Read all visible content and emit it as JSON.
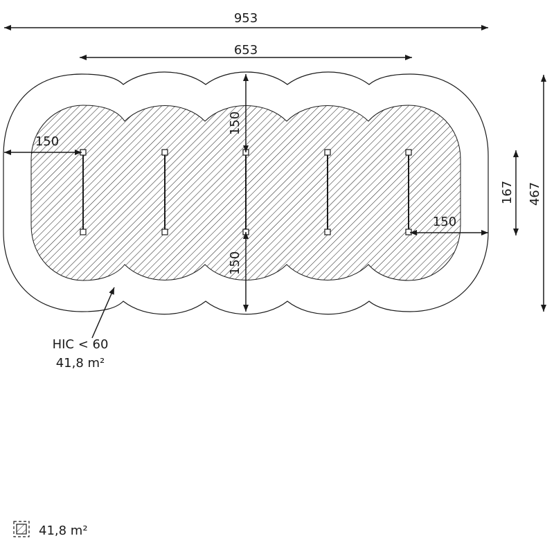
{
  "dimensions": {
    "total_width": "953",
    "inner_width": "653",
    "top_clearance": "150",
    "bottom_clearance": "150",
    "left_clearance": "150",
    "right_clearance": "150",
    "inner_depth": "167",
    "total_depth": "467"
  },
  "safety_zone": {
    "hic_label": "HIC < 60",
    "area_label": "41,8 m²"
  },
  "legend": {
    "icon": "hatched-area-icon",
    "area": "41,8 m²"
  },
  "colors": {
    "line": "#1a1a1a",
    "hatch": "#1a1a1a",
    "fill": "#ffffff"
  }
}
